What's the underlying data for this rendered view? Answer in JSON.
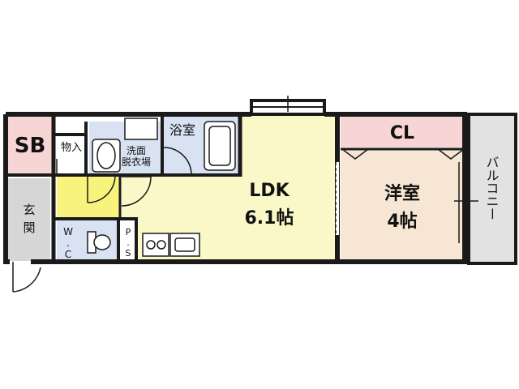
{
  "colors": {
    "wall": "#1a1a1a",
    "background": "#ffffff",
    "closet_pink": "#f7d5d5",
    "ldk_yellow": "#fbf8c8",
    "bedroom_tan": "#f7e6d3",
    "wet_blue": "#d8e2f3",
    "tile_gray": "#d6d6d6",
    "balcony_gray": "#e2e2e2",
    "hall_yellow": "#f7f37c"
  },
  "rooms": {
    "sb": {
      "label": "SB"
    },
    "storage": {
      "label": "物入"
    },
    "washroom": {
      "label": "洗面\n脱衣場"
    },
    "bathroom": {
      "label": "浴室"
    },
    "ldk": {
      "label": "LDK",
      "size": "6.1帖"
    },
    "closet": {
      "label": "CL"
    },
    "bedroom": {
      "label": "洋室",
      "size": "4帖"
    },
    "balcony": {
      "label": "バルコニー"
    },
    "entrance": {
      "label": "玄関"
    },
    "toilet": {
      "label": "W.C"
    },
    "pipe_space": {
      "label": "P.S"
    }
  },
  "icons": [
    "washing-machine-icon",
    "bathtub-icon",
    "toilet-icon",
    "stove-icon",
    "sink-icon",
    "door-swing-icon",
    "window-icon"
  ]
}
